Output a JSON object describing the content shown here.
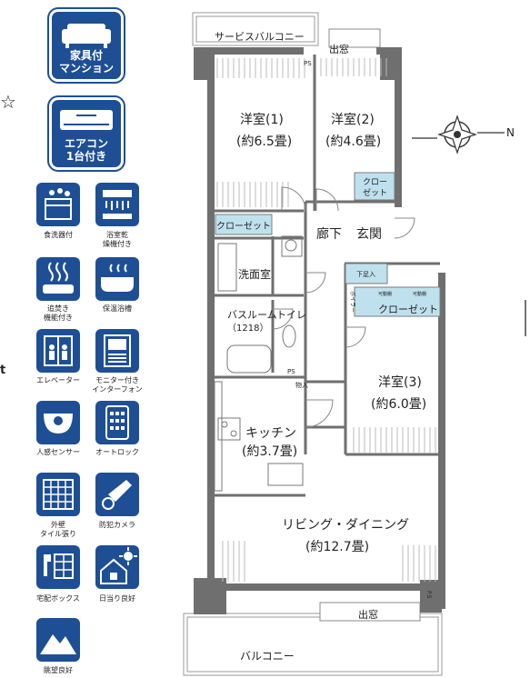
{
  "side": {
    "star": "☆",
    "t": "t"
  },
  "badges": [
    {
      "line1": "家具付",
      "line2": "マンション",
      "icon": "sofa-icon"
    },
    {
      "line1": "エアコン",
      "line2": "1台付き",
      "icon": "air-conditioner-icon"
    }
  ],
  "features": [
    {
      "label": "食洗器付",
      "icon": "dishwasher-icon"
    },
    {
      "label": "浴室乾\n燥機付き",
      "icon": "bathroom-dryer-icon"
    },
    {
      "label": "追焚き\n機能付き",
      "icon": "reheat-bath-icon"
    },
    {
      "label": "保温浴槽",
      "icon": "insulated-bathtub-icon"
    },
    {
      "label": "エレベーター",
      "icon": "elevator-icon"
    },
    {
      "label": "モニター付き\nインターフォン",
      "icon": "intercom-icon"
    },
    {
      "label": "人感センサー",
      "icon": "motion-sensor-icon"
    },
    {
      "label": "オートロック",
      "icon": "auto-lock-icon"
    },
    {
      "label": "外壁\nタイル張り",
      "icon": "tiled-wall-icon"
    },
    {
      "label": "防犯カメラ",
      "icon": "security-camera-icon"
    },
    {
      "label": "宅配ボックス",
      "icon": "delivery-box-icon"
    },
    {
      "label": "日当り良好",
      "icon": "sunny-house-icon"
    },
    {
      "label": "眺望良好",
      "icon": "mountain-view-icon"
    }
  ],
  "plan": {
    "service_balcony": "サービスバルコニー",
    "bay_window_top": "出窓",
    "ps_top": "PS",
    "room1": {
      "name": "洋室(1)",
      "size": "(約6.5畳)"
    },
    "room2": {
      "name": "洋室(2)",
      "size": "(約4.6畳)"
    },
    "closet_small": {
      "l1": "クロー",
      "l2": "ゼット"
    },
    "closet_left": "クローゼット",
    "hallway": "廊下",
    "entrance": "玄関",
    "washroom": "洗面室",
    "shoe_box": "下足入",
    "shelf1": "可動棚",
    "shelf2": "可動棚",
    "boiler": "ボイラー",
    "closet_right": "クローゼット",
    "bathroom": {
      "name": "バスルーム",
      "size": "（1218）"
    },
    "toilet": "トイレ",
    "ps_mid": "PS",
    "storage": "物入",
    "room3": {
      "name": "洋室(3)",
      "size": "(約6.0畳)"
    },
    "kitchen": {
      "name": "キッチン",
      "size": "(約3.7畳)"
    },
    "living": {
      "name": "リビング・ダイニング",
      "size": "(約12.7畳)"
    },
    "ps_bottom": "P.S",
    "bay_window_bottom": "出窓",
    "balcony": "バルコニー",
    "north": "N"
  },
  "colors": {
    "badge_blue": "#1e4f95",
    "closet_blue": "#bfe1ee",
    "wall": "#6f6f6f"
  }
}
